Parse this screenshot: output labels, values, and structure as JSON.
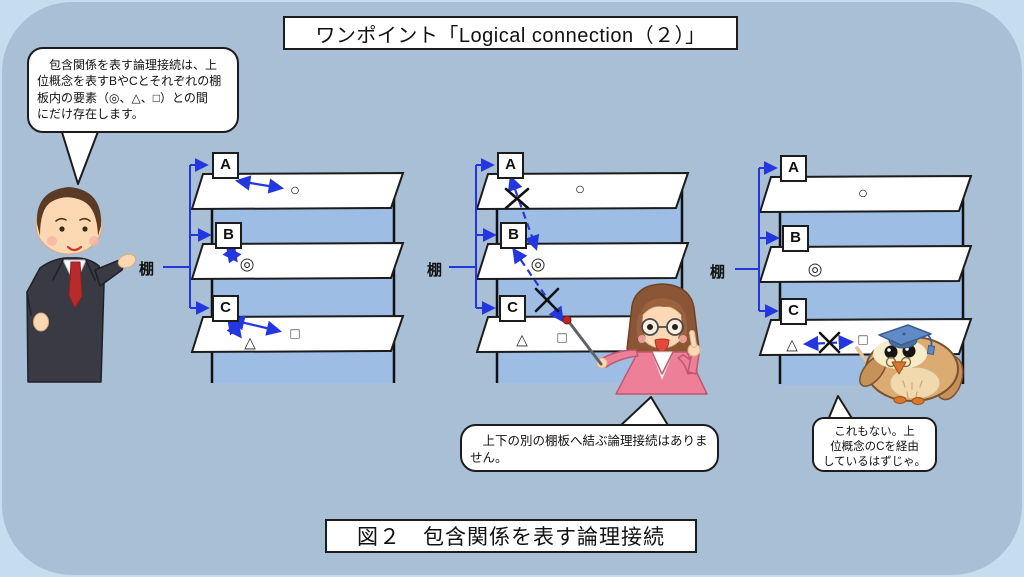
{
  "header": {
    "title": "ワンポイント「Logical connection（２）」"
  },
  "figure_caption": "図２　包含関係を表す論理接続",
  "shelf": {
    "label": "棚",
    "levels": [
      "A",
      "B",
      "C"
    ],
    "symbols": {
      "circle": "○",
      "double_circle": "◎",
      "triangle": "△",
      "square": "□"
    }
  },
  "speech": {
    "man": [
      "　包含関係を表す論理接続は、上",
      "位概念を表すBやCとそれぞれの棚",
      "板内の要素（◎、△、□）との間",
      "にだけ存在します。"
    ],
    "woman": [
      "　上下の別の棚板へ結ぶ論理接続はありま",
      "せん。"
    ],
    "owl": [
      "これもない。上",
      "位概念のCを経由",
      "しているはずじゃ。"
    ]
  },
  "colors": {
    "outer_bg": "#c6dcef",
    "panel_bg": "#a9bfd5",
    "shelf_back": "#9dbde4",
    "arrow_blue": "#2336e0",
    "ink": "#1c1c1c"
  }
}
